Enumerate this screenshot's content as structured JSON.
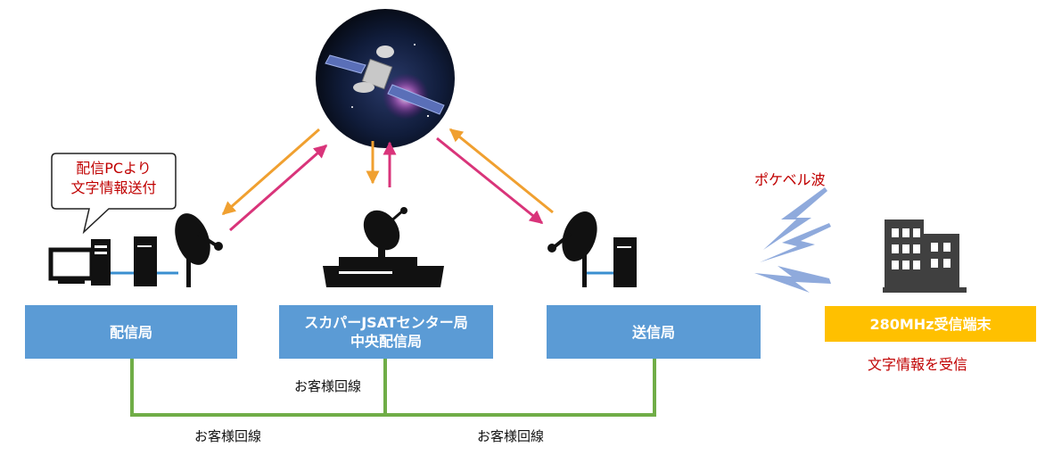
{
  "satellite": {
    "icon": "satellite-icon"
  },
  "callout": {
    "line1": "配信PCより",
    "line2": "文字情報送付"
  },
  "stations": {
    "distribution": {
      "label": "配信局"
    },
    "center": {
      "line1": "スカパーJSATセンター局",
      "line2": "中央配信局"
    },
    "transmission": {
      "label": "送信局"
    },
    "terminal": {
      "label": "280MHz受信端末"
    }
  },
  "wave_label": "ポケベル波",
  "terminal_caption": "文字情報を受信",
  "lines": {
    "center_line": "お客様回線",
    "left_line": "お客様回線",
    "right_line": "お客様回線"
  },
  "colors": {
    "box_blue": "#5b9bd5",
    "box_orange": "#ffc000",
    "line_green": "#70ad47",
    "arrow_orange": "#f0a030",
    "arrow_pink": "#d9347a",
    "lightning_blue": "#8faadc",
    "caption_red": "#c00000"
  }
}
